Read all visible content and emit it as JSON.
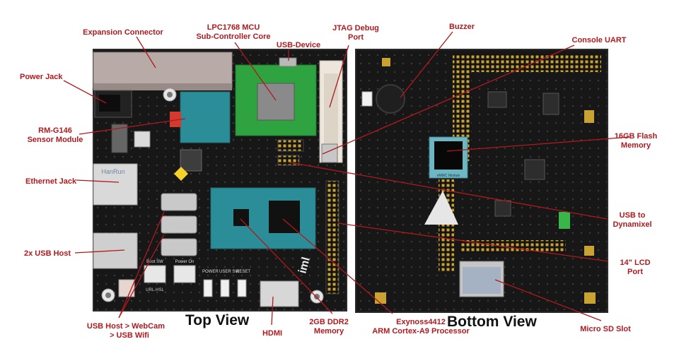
{
  "views": {
    "top": "Top View",
    "bottom": "Bottom View"
  },
  "labels": {
    "expansion_connector": "Expansion Connector",
    "mcu_line1": "LPC1768 MCU",
    "mcu_line2": "Sub-Controller Core",
    "usb_device": "USB-Device",
    "jtag_line1": "JTAG Debug",
    "jtag_line2": "Port",
    "buzzer": "Buzzer",
    "console_uart": "Console UART",
    "power_jack": "Power Jack",
    "rm_line1": "RM-G146",
    "rm_line2": "Sensor Module",
    "flash_line1": "16GB Flash",
    "flash_line2": "Memory",
    "ethernet_jack": "Ethernet Jack",
    "usb_dyn_line1": "USB to",
    "usb_dyn_line2": "Dynamixel",
    "usb_host": "2x USB Host",
    "lcd_line1": "14\" LCD",
    "lcd_line2": "Port",
    "usbhost_line1": "USB Host  > WebCam",
    "usbhost_line2": "> USB Wifi",
    "hdmi": "HDMI",
    "ddr_line1": "2GB DDR2",
    "ddr_line2": "Memory",
    "exynos_line1": "Exynoss4412",
    "exynos_line2": "ARM Cortex-A9 Processor",
    "micro_sd": "Micro SD Slot"
  },
  "board_text": {
    "brand": "HanRun",
    "logo": "iml",
    "emmc": "eMMC Module",
    "boot_sw": "Boot SW",
    "power_on": "Power On",
    "power": "POWER",
    "user_sw": "USER SW",
    "reset": "RESET",
    "urlhsl": "URL-HSL"
  },
  "colors": {
    "label": "#b0191e",
    "leader": "#b0191e",
    "pcb": "#171717",
    "pcb_edge": "#2a2a2a",
    "teal": "#2b8d97",
    "mcu_green": "#2ea33f",
    "pad": "#c9a233",
    "silver": "#b9b9b9"
  }
}
